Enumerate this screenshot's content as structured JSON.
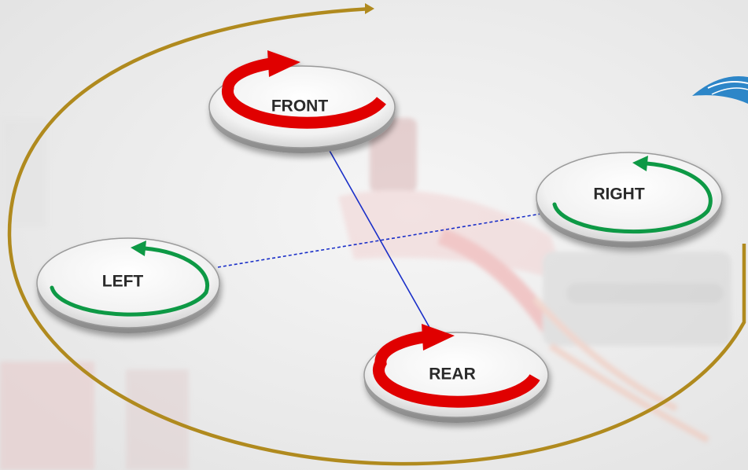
{
  "diagram": {
    "rotors": [
      {
        "id": "front",
        "label": "FRONT",
        "direction": "clockwise",
        "arrow_color": "#e00000"
      },
      {
        "id": "right",
        "label": "RIGHT",
        "direction": "counter-clockwise",
        "arrow_color": "#119944"
      },
      {
        "id": "left",
        "label": "LEFT",
        "direction": "counter-clockwise",
        "arrow_color": "#119944"
      },
      {
        "id": "rear",
        "label": "REAR",
        "direction": "clockwise",
        "arrow_color": "#e00000"
      }
    ],
    "colors": {
      "outer_arrow": "#b08a1e",
      "connector_line": "#1a2fc8",
      "background": "#eeeeee"
    }
  }
}
